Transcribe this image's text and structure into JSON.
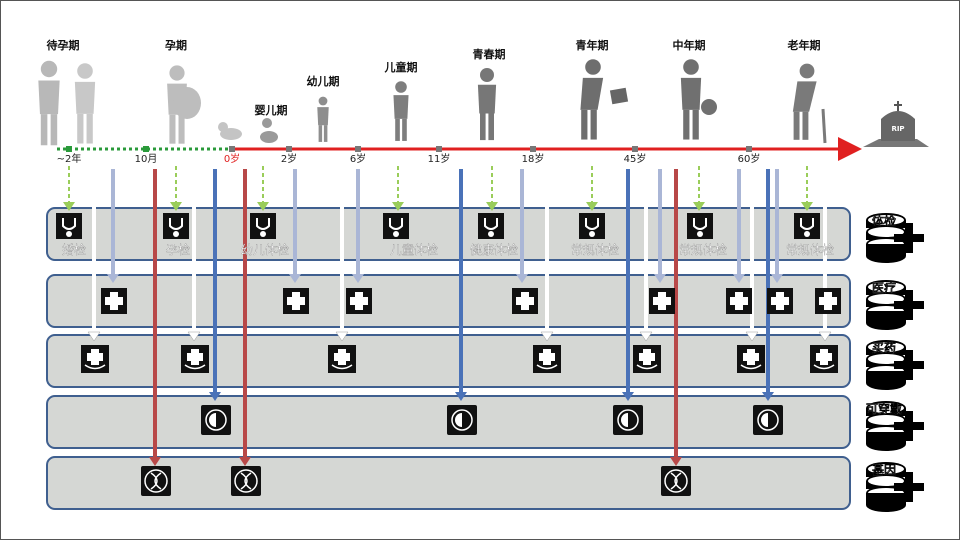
{
  "stages": [
    {
      "label": "待孕期"
    },
    {
      "label": "孕期"
    },
    {
      "label": "婴儿期"
    },
    {
      "label": "幼儿期"
    },
    {
      "label": "儿童期"
    },
    {
      "label": "青春期"
    },
    {
      "label": "青年期"
    },
    {
      "label": "中年期"
    },
    {
      "label": "老年期"
    }
  ],
  "timeline": {
    "ticks": [
      {
        "label": "~2年"
      },
      {
        "label": "10月"
      },
      {
        "label": "0岁",
        "color": "#e02020"
      },
      {
        "label": "2岁"
      },
      {
        "label": "6岁"
      },
      {
        "label": "11岁"
      },
      {
        "label": "18岁"
      },
      {
        "label": "45岁"
      },
      {
        "label": "60岁"
      }
    ],
    "tomb_text": "RIP",
    "prenatal_color": "#2a9a3a",
    "life_color": "#e02020"
  },
  "rows": [
    {
      "name": "体检",
      "label": "体检",
      "icon": "stethoscope-icon",
      "items": [
        {
          "text": "婚检"
        },
        {
          "text": "孕检"
        },
        {
          "text": "幼儿体检"
        },
        {
          "text": "儿童体检"
        },
        {
          "text": "健康体检"
        },
        {
          "text": "常规体检"
        },
        {
          "text": "常规体检"
        },
        {
          "text": "常规体检"
        }
      ]
    },
    {
      "name": "医疗",
      "label": "医疗",
      "icon": "medical-cross-icon",
      "items": []
    },
    {
      "name": "买药",
      "label": "买药",
      "icon": "pharmacy-icon",
      "items": []
    },
    {
      "name": "可穿戴",
      "label": "可穿戴",
      "icon": "wearable-icon",
      "items": []
    },
    {
      "name": "基因",
      "label": "基因",
      "icon": "dna-icon",
      "items": []
    }
  ],
  "colors": {
    "row_fill": "#d5d7d4",
    "row_border": "#3f5f8f",
    "arrow_green": "#9acd5a",
    "arrow_lightblue": "#aab6d6",
    "arrow_white": "#ffffff",
    "arrow_blue": "#4a72b8",
    "arrow_red": "#b84848"
  }
}
